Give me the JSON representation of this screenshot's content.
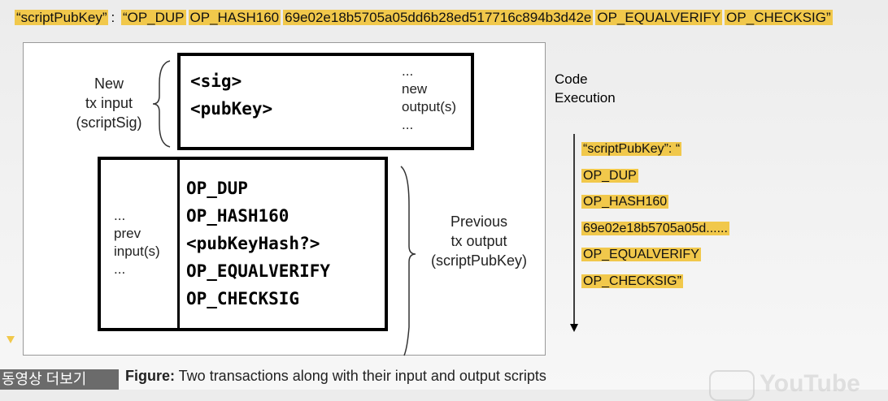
{
  "header": {
    "script_parts": [
      "“scriptPubKey”",
      ": ",
      "“OP_DUP",
      "OP_HASH160",
      "69e02e18b5705a05dd6b28ed517716c894b3d42e",
      "OP_EQUALVERIFY",
      "OP_CHECKSIG”"
    ]
  },
  "diagram": {
    "new_input_label": [
      "New",
      "tx input",
      "(scriptSig)"
    ],
    "script_sig": [
      "<sig>",
      "<pubKey>"
    ],
    "new_outputs": [
      "...",
      "new",
      "output(s)",
      "..."
    ],
    "prev_inputs": [
      "...",
      "prev",
      "input(s)",
      "..."
    ],
    "script_pubkey": [
      "OP_DUP",
      "OP_HASH160",
      "<pubKeyHash?>",
      "OP_EQUALVERIFY",
      "OP_CHECKSIG"
    ],
    "prev_output_label": [
      "Previous",
      "tx output",
      "(scriptPubKey)"
    ]
  },
  "execution": {
    "title": [
      "Code",
      "Execution"
    ],
    "items": [
      "“scriptPubKey”: “",
      "OP_DUP",
      "OP_HASH160",
      "69e02e18b5705a05d......",
      "OP_EQUALVERIFY",
      "OP_CHECKSIG”"
    ]
  },
  "caption": {
    "bold": "Figure:",
    "text": " Two transactions along with their input and output scripts"
  },
  "overlay": {
    "more_videos": "동영상 더보기",
    "brand": "YouTube"
  },
  "colors": {
    "highlight": "#f1c84b"
  }
}
